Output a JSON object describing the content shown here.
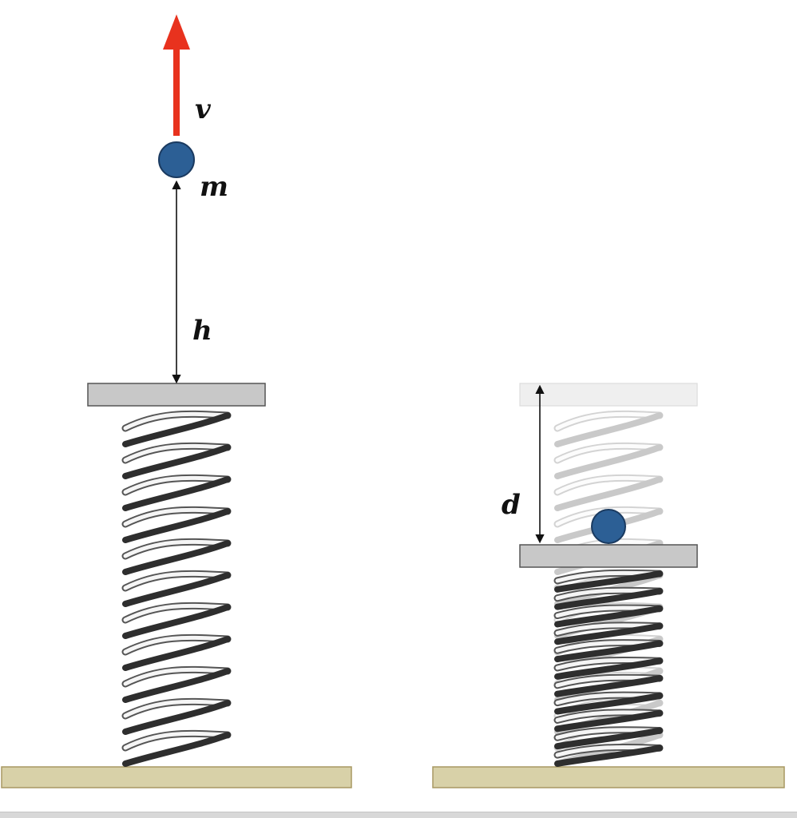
{
  "labels": {
    "velocity": "v",
    "mass": "m",
    "height": "h",
    "compression": "d"
  },
  "colors": {
    "velocity_arrow": "#e8321e",
    "ball": "#2c5f95",
    "ball_outline": "#1a3a60",
    "plate": "#c8c8c8",
    "plate_faded": "#efefef",
    "ground": "#d8d1a8",
    "ground_border": "#a89862",
    "coil_dark": "#2e2e2e",
    "coil_light": "#f5f5f5"
  }
}
